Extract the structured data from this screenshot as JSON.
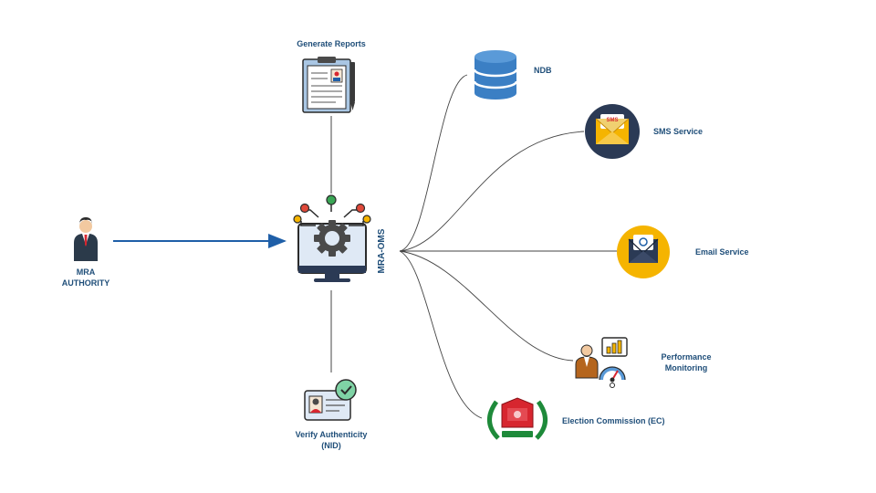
{
  "nodes": {
    "generate_reports": "Generate Reports",
    "mra_authority_line1": "MRA",
    "mra_authority_line2": "AUTHORITY",
    "center": "MRA-OMS",
    "verify_line1": "Verify Authenticity",
    "verify_line2": "(NID)",
    "ndb": "NDB",
    "sms_service": "SMS Service",
    "sms_badge": "SMS",
    "email_service": "Email Service",
    "performance_line1": "Performance",
    "performance_line2": "Monitoring",
    "election_commission": "Election Commission (EC)"
  },
  "colors": {
    "label": "#1f4e79",
    "arrow": "#1f5fa8",
    "connector": "#444444",
    "db_blue": "#3b7fc4",
    "sms_circle": "#2b3a55",
    "email_circle": "#f5b400",
    "ec_red": "#d7262f",
    "ec_green": "#1e8a3a"
  },
  "icons": [
    "person-icon",
    "monitor-gear-icon",
    "clipboard-report-icon",
    "id-card-check-icon",
    "database-icon",
    "sms-envelope-icon",
    "email-envelope-icon",
    "performance-analyst-icon",
    "election-commission-logo"
  ]
}
